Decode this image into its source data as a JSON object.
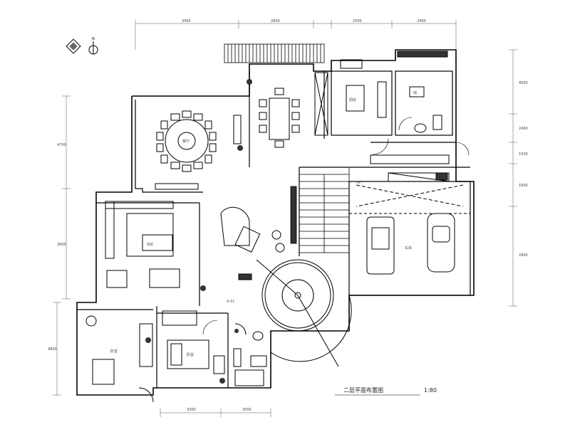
{
  "drawing": {
    "title": "二层平面布置图",
    "scale": "1:80",
    "section_label": "A-01",
    "dimensions_top": [
      "3400",
      "2600",
      "2500",
      "2400"
    ],
    "dimensions_right": [
      "4500",
      "2400",
      "1500",
      "1800",
      "2900"
    ],
    "dimensions_left": [
      "4700",
      "3600",
      "4800"
    ],
    "dimensions_bottom": [
      "3300",
      "2000"
    ]
  },
  "rooms": {
    "dining": "餐厅",
    "kitchen": "厨房",
    "storage": "储",
    "study": "书房",
    "garage": "车库",
    "bedroom_left": "卧室",
    "bedroom": "卧室",
    "stair_up": "UP"
  },
  "colors": {
    "line": "#000000",
    "hatch": "#333333",
    "dim": "#444444"
  },
  "icons": [
    "compass-icon",
    "north-arrow-icon"
  ]
}
